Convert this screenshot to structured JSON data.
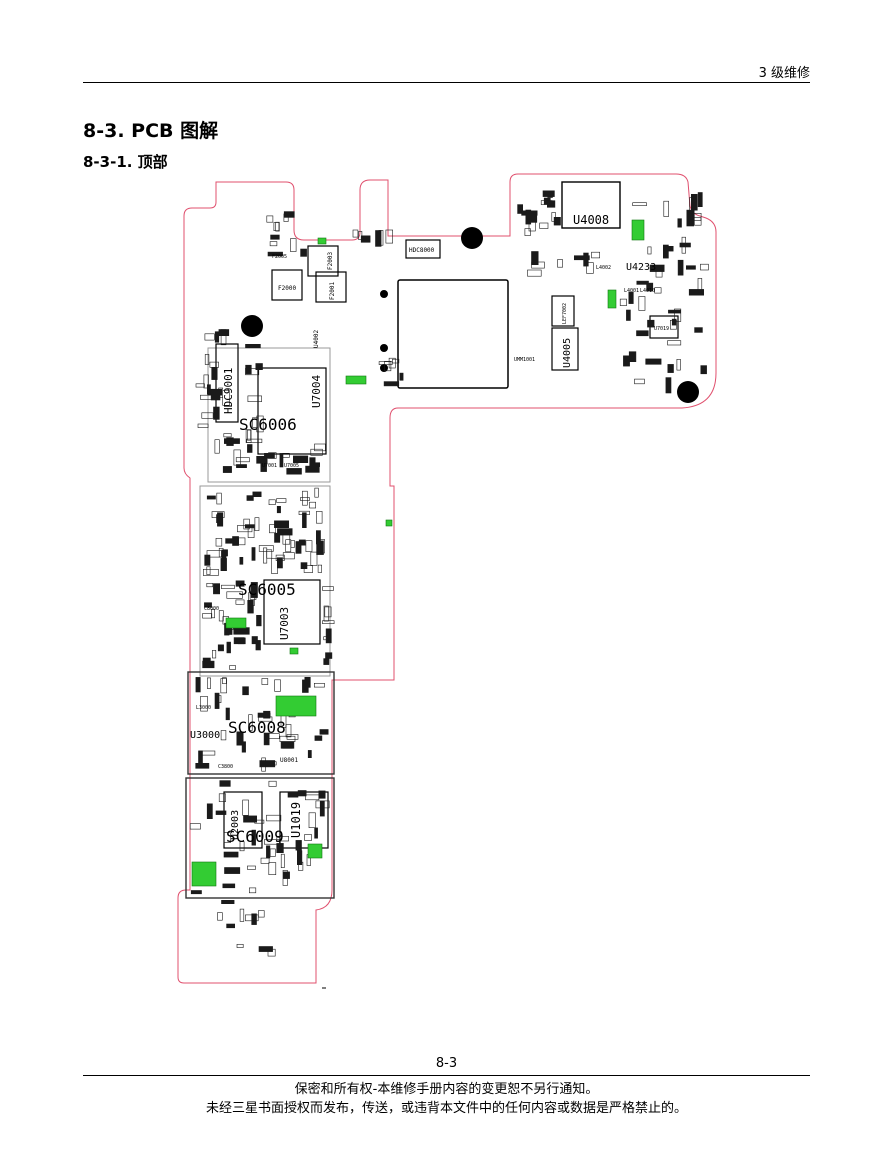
{
  "header": {
    "section_tag": "3 级维修"
  },
  "section": {
    "title": "8-3. PCB 图解",
    "subtitle": "8-3-1. 顶部"
  },
  "pcb": {
    "large_labels": [
      "U4008",
      "HDC9001",
      "SC6006",
      "U7004",
      "SC6005",
      "U7003",
      "SC6008",
      "U3000",
      "SC6009",
      "U2003",
      "U1019",
      "U4005",
      "U4233"
    ],
    "small_labels": [
      "HDC8000",
      "F2003",
      "F2001",
      "F2000",
      "F2005",
      "U4002",
      "UMM1001",
      "LEF7002",
      "U7001",
      "U7005",
      "L3000",
      "U8001",
      "L4001",
      "L4010",
      "L4002",
      "U7019",
      "C8000",
      "C3800"
    ],
    "trace_color": "#e0506e",
    "highlight_color": "#33cc33",
    "component_color": "#1a1a1a"
  },
  "footer": {
    "page_number": "8-3",
    "line1": "保密和所有权-本维修手册内容的变更恕不另行通知。",
    "line2": "未经三星书面授权而发布，传送，或违背本文件中的任何内容或数据是严格禁止的。"
  }
}
